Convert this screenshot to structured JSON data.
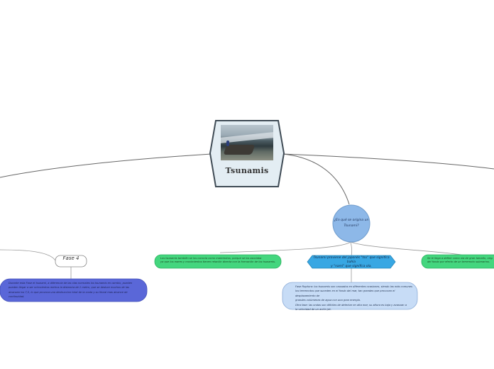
{
  "central": {
    "title": "Tsunamis",
    "image_icon": "tsunami-photo"
  },
  "question_node": {
    "text": "¿En qué se origina un Tsunami?"
  },
  "left_branch": {
    "phase_label": "Fase 4",
    "phase_text": [
      "Durante esta Fase el tsunami, a diferencia de las olas normales los tsunamis en cambio, pueden",
      "pueden llegar a ser ochocientos metros la distancia de 1 metro, que se deduce muchos de las",
      "alcanzan los 7,5, lo que provoca una destruccion total de la costa y su litoral mas alcance de",
      "continuidad."
    ]
  },
  "middle": {
    "left_pill": [
      "Los tsunamis también se los conocía como maremotos, porque se los asociaba",
      "ya que los mares y movimientos tienen relación directa con la formación de los tsunamis."
    ],
    "hex_text": [
      "Tsunami proviene del japonés \"tsu\" que significa bahía",
      "y \"nami\" que significa ola."
    ],
    "detail_box": [
      "Fase Ruptura: los tsunamis son causados en diferentes ocasiones, siendo las más comunes",
      "los terremotos que suceden en el fondo del mar, tan grandes que provocan el desplazamiento de",
      "grandes volúmenes de agua con una gran energía.",
      "Otra fase: las ondas son difíciles de detectar en alta mar, su altura es baja y avanzan a",
      "la velocidad de un avión jet."
    ],
    "right_pill": [
      "Se le llega a definir como ola de gran tamaño, originada",
      "del fondo por efecto de un terremoto submarino."
    ]
  },
  "colors": {
    "central_fill": "#e3edf3",
    "central_border": "#3f4b55",
    "question_fill": "#8db8e8",
    "green_pill": "#44d67e",
    "hex_fill": "#38a7e3",
    "detail_fill": "#c7dcf6",
    "phase_fill": "#5a67d8",
    "line": "#666666"
  }
}
